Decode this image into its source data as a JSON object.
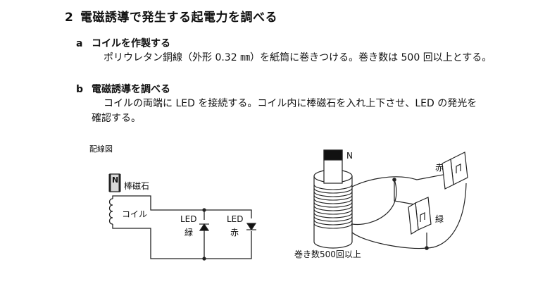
{
  "section": {
    "number": "2",
    "title": "電磁誘導で発生する起電力を調べる"
  },
  "subsections": [
    {
      "tag": "a",
      "title": "コイルを作製する",
      "lines": [
        "ポリウレタン銅線（外形 0.32 ㎜）を紙筒に巻きつける。巻き数は 500 回以上とする。"
      ]
    },
    {
      "tag": "b",
      "title": "電磁誘導を調べる",
      "lines": [
        "コイルの両端に LED を接続する。コイル内に棒磁石を入れ上下させ、LED の発光を",
        "確認する。"
      ]
    }
  ],
  "figure": {
    "caption": "配線図",
    "schematic": {
      "magnet_pole": "N",
      "magnet_label": "棒磁石",
      "coil_label": "コイル",
      "led_green": [
        "LED",
        "緑"
      ],
      "led_red": [
        "LED",
        "赤"
      ]
    },
    "illustration": {
      "magnet_pole": "N",
      "turns_label": "巻き数500回以上",
      "led_red_label": "赤",
      "led_green_label": "緑"
    }
  }
}
